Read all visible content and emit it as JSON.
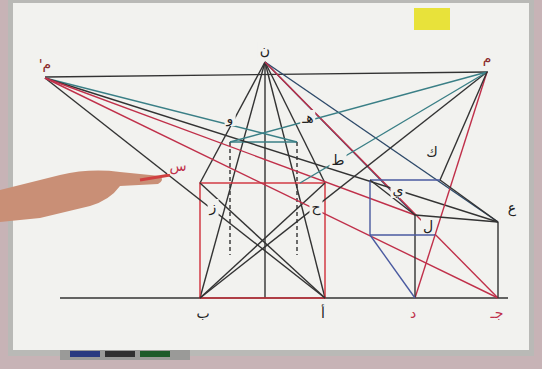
{
  "diagram": {
    "labels": [
      "م'",
      "ن",
      "م",
      "ب",
      "أ",
      "د",
      "جـ",
      "و",
      "هـ",
      "ز",
      "ح",
      "ط",
      "ي",
      "ك",
      "ل",
      "ع",
      "س"
    ]
  }
}
